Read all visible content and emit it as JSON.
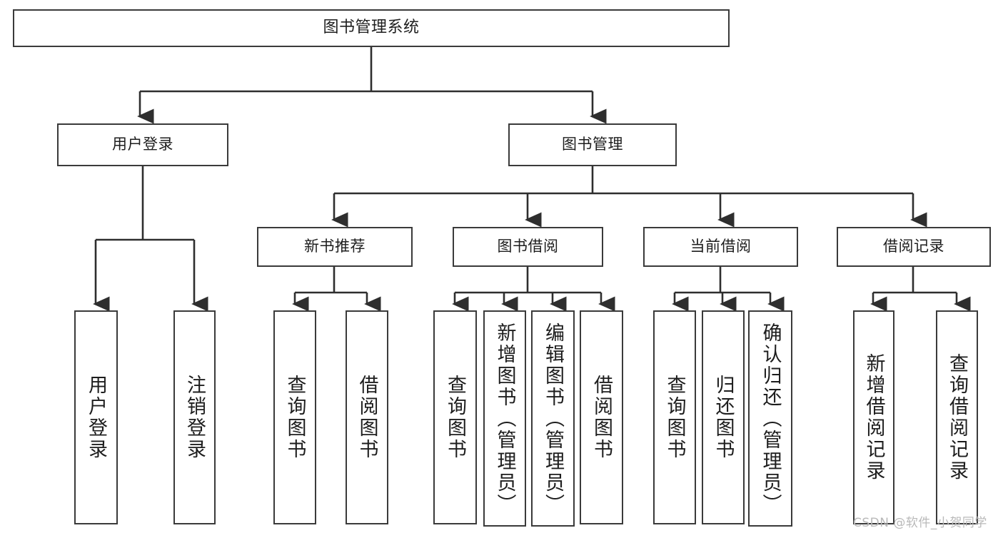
{
  "diagram": {
    "title": "图书管理系统",
    "type": "hierarchy-tree",
    "watermark": "CSDN @软件_小贺同学",
    "colors": {
      "stroke": "#3a3a3a",
      "fill": "#ffffff",
      "text": "#1d1d1d",
      "watermark": "#b9b9b9"
    },
    "nodes": {
      "root": {
        "label": "图书管理系统"
      },
      "level2": [
        {
          "label": "用户登录"
        },
        {
          "label": "图书管理"
        }
      ],
      "level3": [
        {
          "label": "新书推荐"
        },
        {
          "label": "图书借阅"
        },
        {
          "label": "当前借阅"
        },
        {
          "label": "借阅记录"
        }
      ],
      "leaves": {
        "user_login": [
          {
            "label": "用户登录"
          },
          {
            "label": "注销登录"
          }
        ],
        "new_book_recommend": [
          {
            "label": "查询图书"
          },
          {
            "label": "借阅图书"
          }
        ],
        "book_borrow": [
          {
            "label": "查询图书"
          },
          {
            "label": "新增图书（管理员）"
          },
          {
            "label": "编辑图书（管理员）"
          },
          {
            "label": "借阅图书"
          }
        ],
        "current_borrow": [
          {
            "label": "查询图书"
          },
          {
            "label": "归还图书"
          },
          {
            "label": "确认归还（管理员）"
          }
        ],
        "borrow_record": [
          {
            "label": "新增借阅记录"
          },
          {
            "label": "查询借阅记录"
          }
        ]
      }
    }
  }
}
